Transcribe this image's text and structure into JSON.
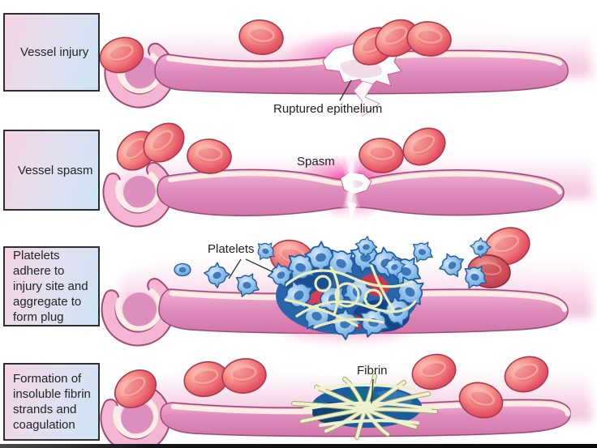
{
  "figure": {
    "stages": [
      {
        "box_label": "Vessel injury",
        "callout": "Ruptured epithelium"
      },
      {
        "box_label": "Vessel spasm",
        "callout": "Spasm"
      },
      {
        "box_label": "Platelets adhere to injury site and aggregate to form plug",
        "callout": "Platelets"
      },
      {
        "box_label": "Formation of insoluble fibrin strands and coagulation",
        "callout": "Fibrin"
      }
    ],
    "colors": {
      "label_box_gradient_start": "#f4d4e4",
      "label_box_gradient_end": "#cde4f5",
      "label_box_border": "#2e2e2e",
      "vessel_wall_pink": "#e08ebd",
      "vessel_rim_cream": "#fbece6",
      "vessel_outline": "#9c4a74",
      "red_blood_cell": "#e55566",
      "platelet_blue": "#4e92d2",
      "fibrin_strand_cream": "#e9eebc",
      "injury_glow_magenta": "#f2189b",
      "text": "#1f1f1f",
      "background": "#ffffff"
    }
  }
}
